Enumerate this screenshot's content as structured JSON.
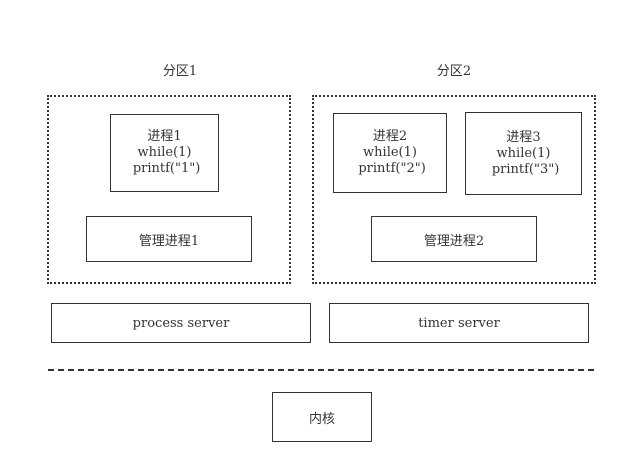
{
  "partition1": {
    "title": "分区1",
    "process1": {
      "name": "进程1",
      "code_line1": "while(1)",
      "code_line2": " printf(\"1\")"
    },
    "manager": "管理进程1"
  },
  "partition2": {
    "title": "分区2",
    "process2": {
      "name": "进程2",
      "code_line1": "while(1)",
      "code_line2": " printf(\"2\")"
    },
    "process3": {
      "name": "进程3",
      "code_line1": "while(1)",
      "code_line2": " printf(\"3\")"
    },
    "manager": "管理进程2"
  },
  "servers": {
    "process_server": "process server",
    "timer_server": "timer server"
  },
  "kernel": "内核"
}
